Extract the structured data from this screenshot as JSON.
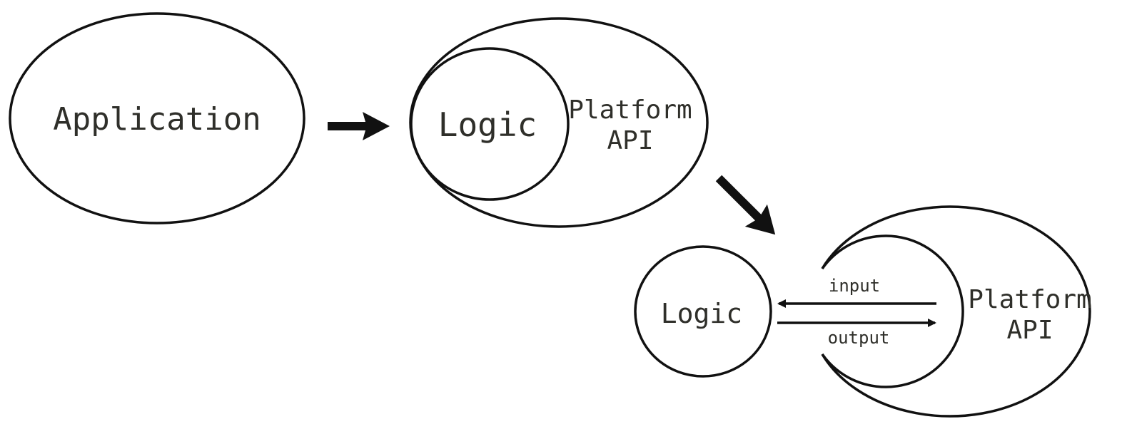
{
  "stage1": {
    "application_label": "Application"
  },
  "stage2": {
    "logic_label": "Logic",
    "platform_label_line1": "Platform",
    "platform_label_line2": "API"
  },
  "stage3": {
    "logic_label": "Logic",
    "input_label": "input",
    "output_label": "output",
    "platform_label_line1": "Platform",
    "platform_label_line2": "API"
  },
  "colors": {
    "stroke": "#111111",
    "text": "#2f2f2a",
    "background": "#ffffff"
  }
}
